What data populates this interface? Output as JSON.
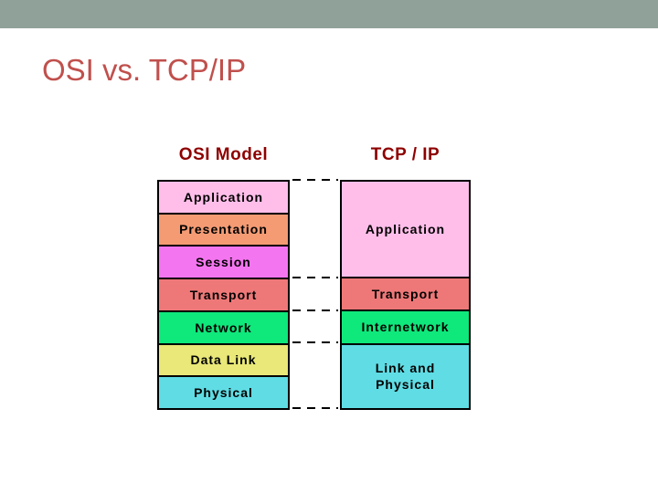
{
  "slide": {
    "title": "OSI vs. TCP/IP"
  },
  "theme": {
    "top_bar_color": "#90A19A",
    "title_color": "#C0504D",
    "header_text_color": "#8E0000",
    "border_color": "#000000"
  },
  "diagram": {
    "osi": {
      "header": "OSI Model",
      "layers": [
        {
          "label": "Application",
          "color": "#FFBEEA"
        },
        {
          "label": "Presentation",
          "color": "#F49B74"
        },
        {
          "label": "Session",
          "color": "#F475F0"
        },
        {
          "label": "Transport",
          "color": "#EE7878"
        },
        {
          "label": "Network",
          "color": "#0FE87B"
        },
        {
          "label": "Data Link",
          "color": "#E9E878"
        },
        {
          "label": "Physical",
          "color": "#60DCE4"
        }
      ]
    },
    "tcpip": {
      "header": "TCP / IP",
      "layers": [
        {
          "label": "Application",
          "color": "#FFBEEA"
        },
        {
          "label": "Transport",
          "color": "#EE7878"
        },
        {
          "label": "Internetwork",
          "color": "#0FE87B"
        },
        {
          "label": "Link and\nPhysical",
          "color": "#60DCE4"
        }
      ]
    }
  }
}
